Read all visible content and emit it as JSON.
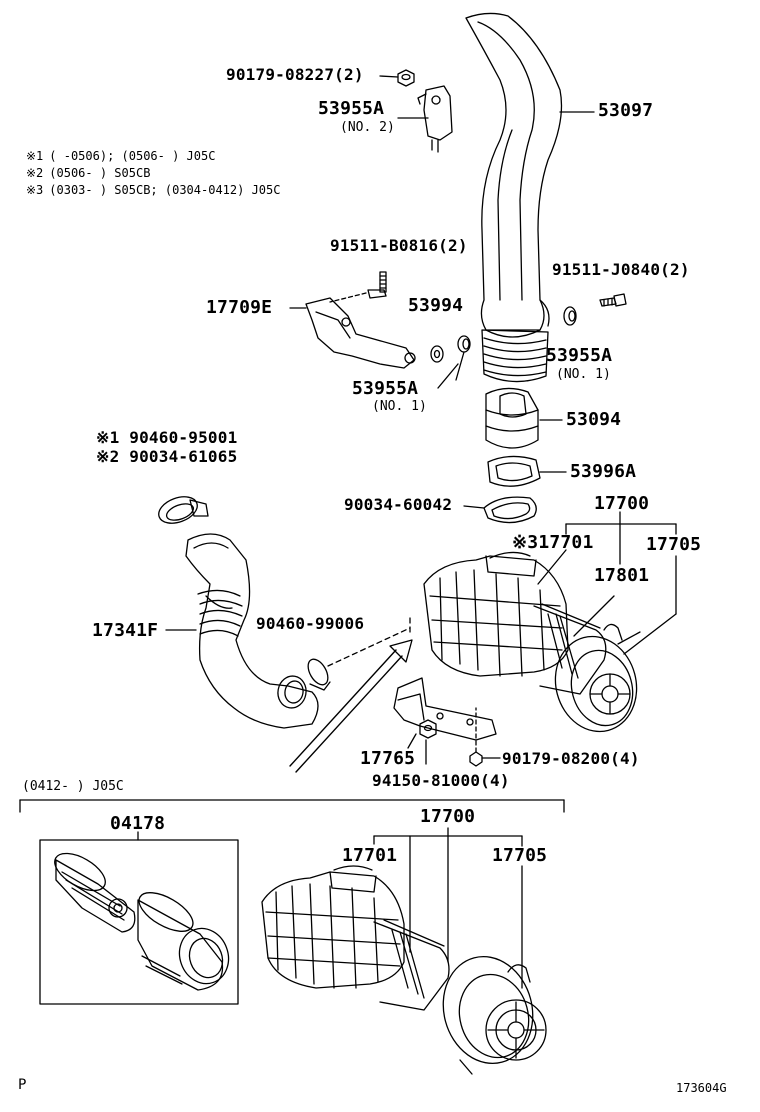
{
  "notes": [
    {
      "mark": "※1",
      "text": "(      -0506); (0506-      ) J05C"
    },
    {
      "mark": "※2",
      "text": "(0506-      ) S05CB"
    },
    {
      "mark": "※3",
      "text": "(0303-      ) S05CB; (0304-0412) J05C"
    }
  ],
  "labels": {
    "p_90179_08227": "90179-08227(2)",
    "p_53955a_top": "53955A",
    "p_53955a_top_sub": "(NO. 2)",
    "p_53097": "53097",
    "p_91511_b0816": "91511-B0816(2)",
    "p_91511_j0840": "91511-J0840(2)",
    "p_17709e": "17709E",
    "p_53994": "53994",
    "p_53955a_right": "53955A",
    "p_53955a_right_sub": "(NO. 1)",
    "p_53955a_left": "53955A",
    "p_53955a_left_sub": "(NO. 1)",
    "p_53094": "53094",
    "p_90460_95001": "※1 90460-95001",
    "p_90034_61065": "※2 90034-61065",
    "p_53996a": "53996A",
    "p_90034_60042": "90034-60042",
    "p_17700_top": "17700",
    "p_17701_top": "※317701",
    "p_17705_top": "17705",
    "p_17801": "17801",
    "p_17341f": "17341F",
    "p_90460_99006": "90460-99006",
    "p_17765": "17765",
    "p_90179_08200": "90179-08200(4)",
    "p_94150_81000": "94150-81000(4)",
    "p_0412": "(0412-      ) J05C",
    "p_04178": "04178",
    "p_17700_bot": "17700",
    "p_17701_bot": "17701",
    "p_17705_bot": "17705",
    "p_p": "P",
    "p_code": "173604G"
  }
}
